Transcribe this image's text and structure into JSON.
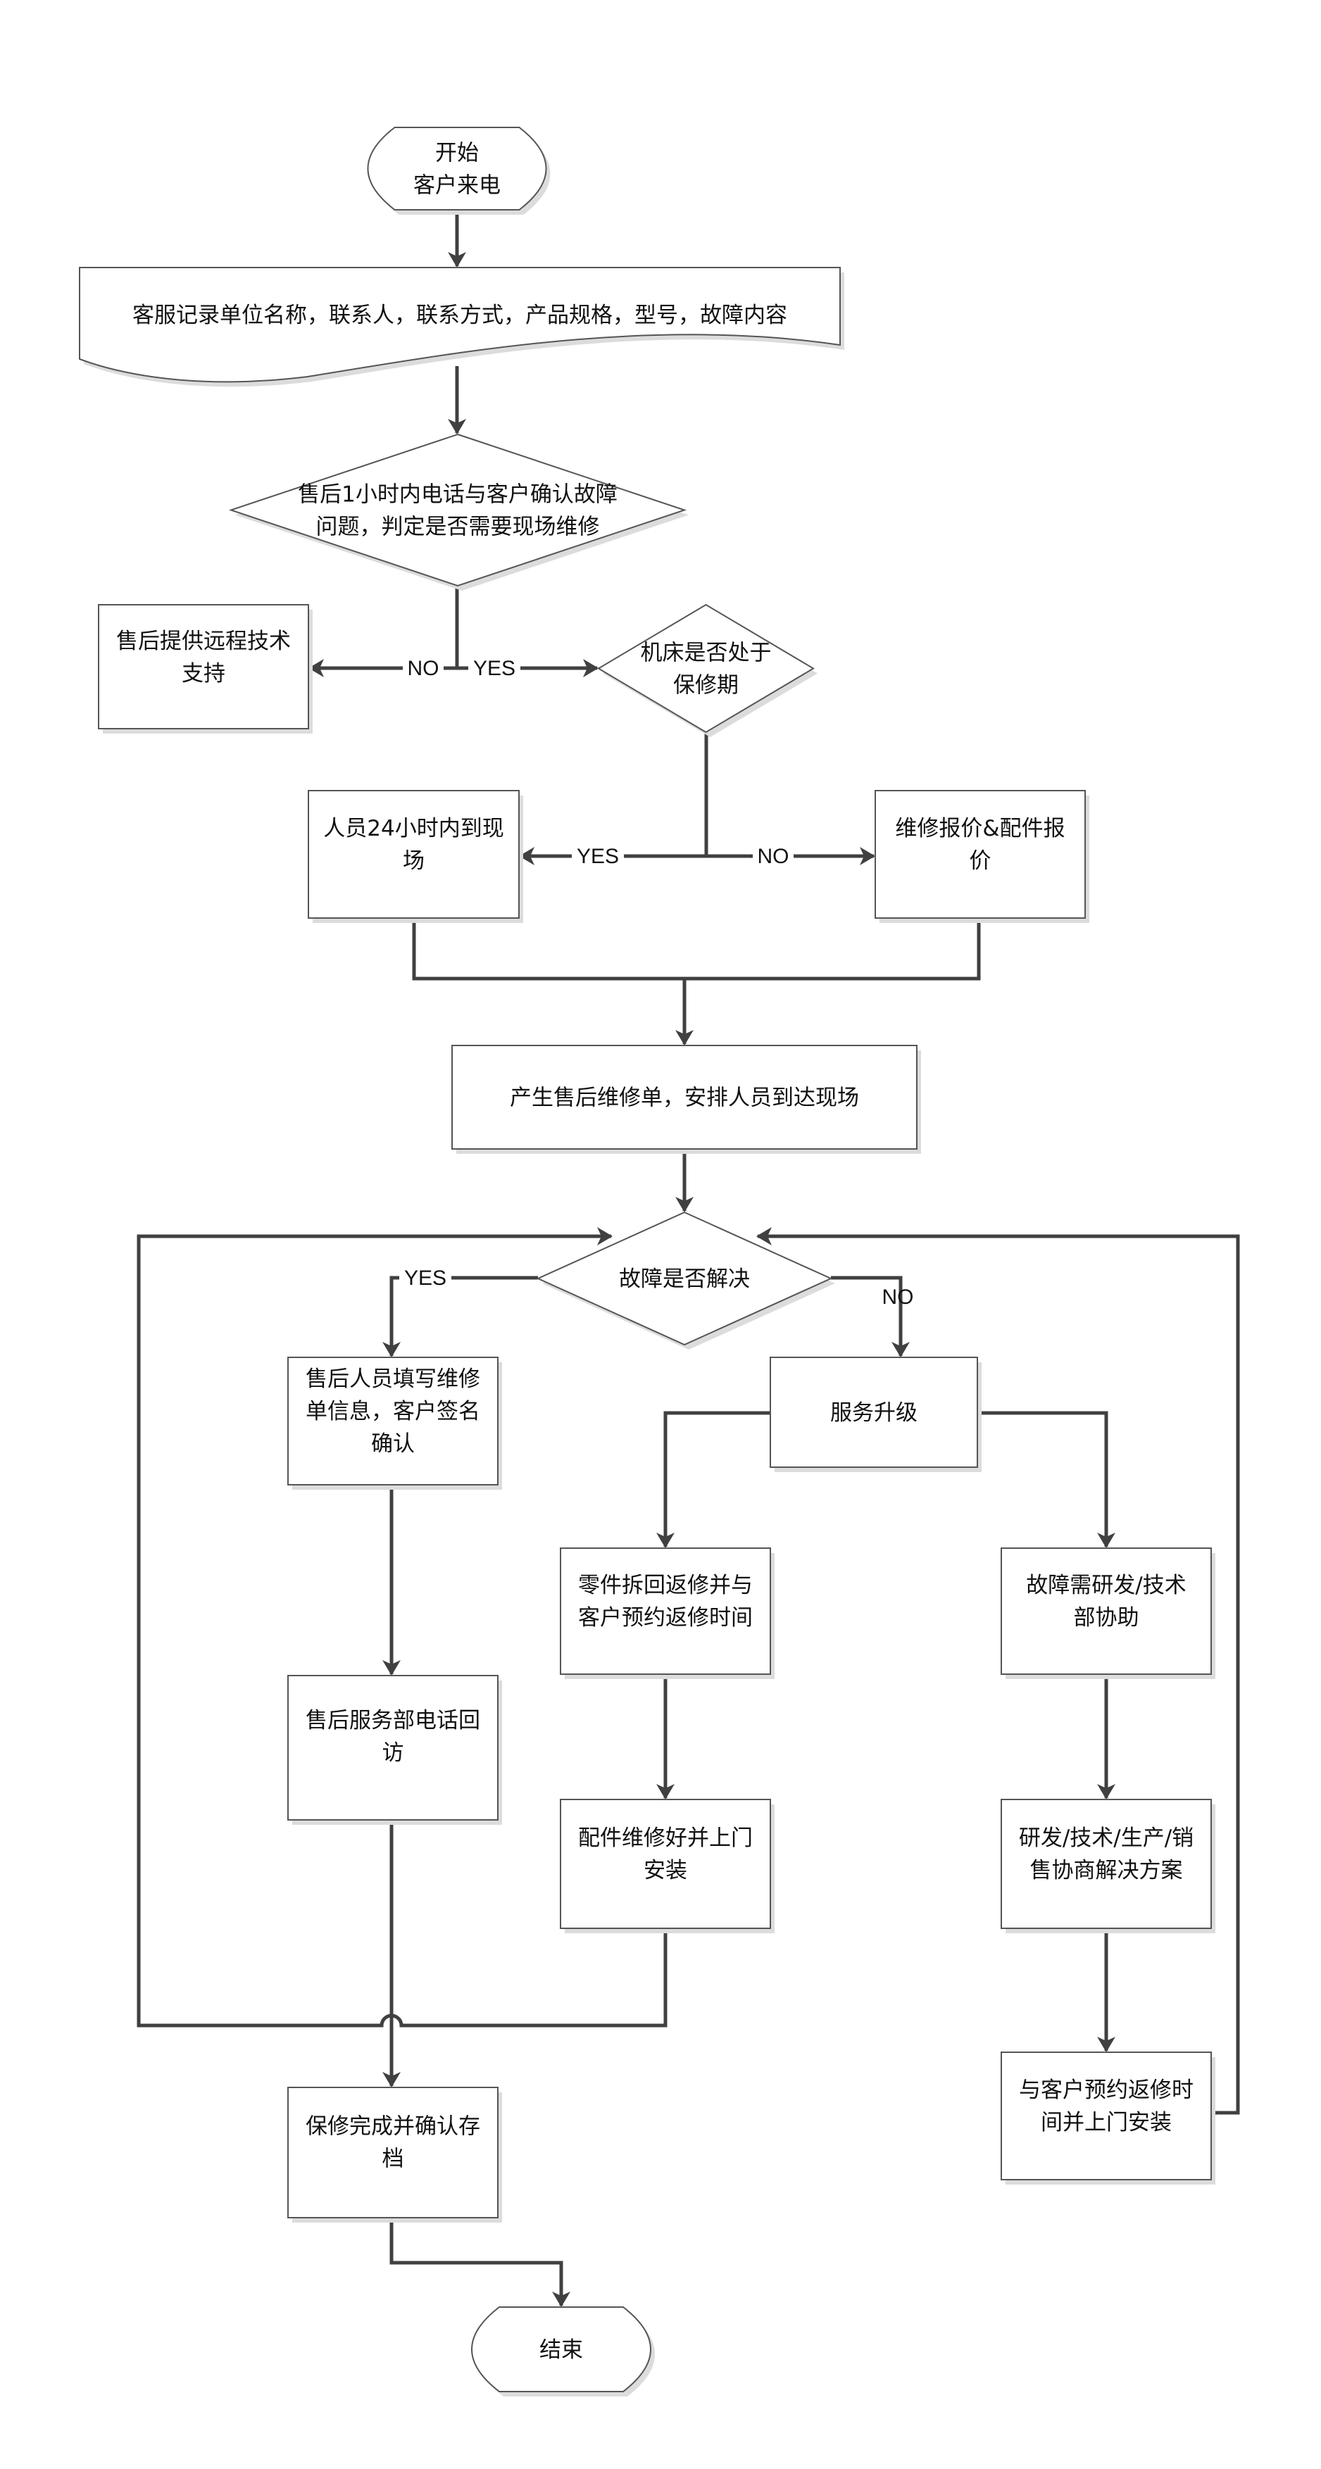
{
  "title": "售后服务流程图",
  "colors": {
    "connector": "#404040",
    "border": "#555555",
    "shadow": "#dcdcdc",
    "fill": "#ffffff"
  },
  "nodes": {
    "start": {
      "lines": [
        "开始",
        "客户来电"
      ]
    },
    "record": {
      "lines": [
        "客服记录单位名称，联系人，联系方式，产品规格，型号，故障内容"
      ]
    },
    "confirm": {
      "lines": [
        "售后1小时内电话与客户确认故障",
        "问题，判定是否需要现场维修"
      ]
    },
    "remote": {
      "lines": [
        "售后提供远程技术",
        "支持"
      ]
    },
    "warranty": {
      "lines": [
        "机床是否处于",
        "保修期"
      ]
    },
    "onsite24": {
      "lines": [
        "人员24小时内到现",
        "场"
      ]
    },
    "quote": {
      "lines": [
        "维修报价&配件报",
        "价"
      ]
    },
    "workorder": {
      "lines": [
        "产生售后维修单，安排人员到达现场"
      ]
    },
    "resolved": {
      "lines": [
        "故障是否解决"
      ]
    },
    "fillform": {
      "lines": [
        "售后人员填写维修",
        "单信息，客户签名",
        "确认"
      ]
    },
    "upgrade": {
      "lines": [
        "服务升级"
      ]
    },
    "parts": {
      "lines": [
        "零件拆回返修并与",
        "客户预约返修时间"
      ]
    },
    "rdhelp": {
      "lines": [
        "故障需研发/技术",
        "部协助"
      ]
    },
    "callback": {
      "lines": [
        "售后服务部电话回",
        "访"
      ]
    },
    "install": {
      "lines": [
        "配件维修好并上门",
        "安装"
      ]
    },
    "rdsolution": {
      "lines": [
        "研发/技术/生产/销",
        "售协商解决方案"
      ]
    },
    "appointment": {
      "lines": [
        "与客户预约返修时",
        "间并上门安装"
      ]
    },
    "archive": {
      "lines": [
        "保修完成并确认存",
        "档"
      ]
    },
    "end": {
      "lines": [
        "结束"
      ]
    }
  },
  "labels": {
    "confirm_no": "NO",
    "confirm_yes": "YES",
    "warranty_yes": "YES",
    "warranty_no": "NO",
    "resolved_yes": "YES",
    "resolved_no": "NO"
  }
}
